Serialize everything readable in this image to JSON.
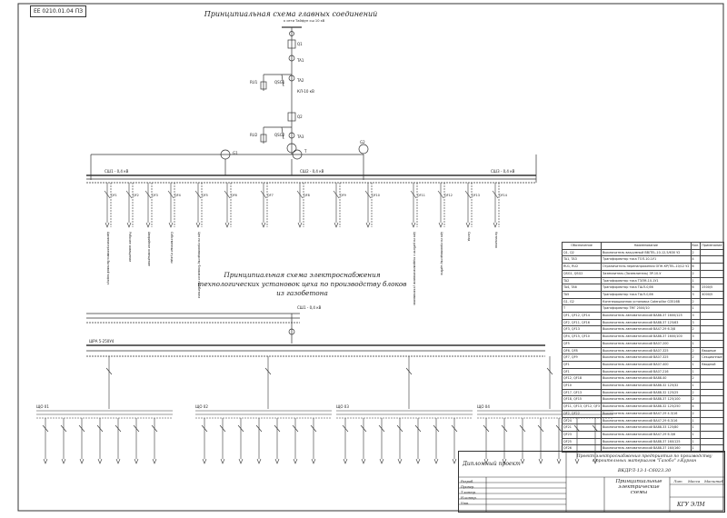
{
  "sheet": {
    "corner_code": "ЕЕ 0210.01.04 ПЗ",
    "title_main": "Принципиальная схема главных соединений",
    "title_second": "Принципиальная схема электроснабжения технологических установок цеха по производству блоков из газобетона"
  },
  "main_scheme": {
    "source_label": "к сети Tайфун\nсш 10 кВ",
    "labels": [
      "Q1",
      "TA1",
      "TA2",
      "КЛ-10 кВ",
      "RU1",
      "QSG1",
      "Q2",
      "RU2",
      "QSG2",
      "TA3",
      "T",
      "G1",
      "G2"
    ],
    "bus_labels": [
      "СШ1 - 0,4 кВ",
      "СШ2 - 0,4 кВ",
      "СШ3 - 0,4 кВ"
    ],
    "feeder_labels": [
      "QF1",
      "QF2",
      "QF3",
      "QF4",
      "QF5",
      "QF6",
      "QF7",
      "QF8",
      "QF9",
      "QF10",
      "QF11",
      "QF12",
      "QF13",
      "QF14"
    ],
    "load_labels": [
      "Административно-бытовой корпус",
      "Рабочее освещение",
      "Аварийное освещение",
      "Собственные нужды",
      "Цех по производству блоков из газобетона",
      "Цех по работе с гидравлическими установками",
      "Цех по производству щебня",
      "Склад",
      "Котельная"
    ]
  },
  "second_scheme": {
    "bus_top": "СШ1 - 0,4 кВ",
    "bus_main": "ШРА 5-250У4",
    "panels": [
      "ЩО 01",
      "ЩО 02",
      "ЩО 03",
      "ЩО 04"
    ]
  },
  "spec_table": {
    "headers": [
      "Обозначение",
      "Наименование",
      "Кол.",
      "Примечание"
    ],
    "rows": [
      [
        "Q1, Q2",
        "Выключатель вакуумный ВВ/TEL-10-12,5/630 У2",
        "2",
        ""
      ],
      [
        "TA1, TA3",
        "Трансформатор тока ТОЛ-10-1У1",
        "4",
        ""
      ],
      [
        "RU1, RU2",
        "Ограничитель перенапряжения ОПН-КР/TEL-10/12 У2",
        "6",
        ""
      ],
      [
        "QSG1, QSG2",
        "Заземлитель (Заземлитель) ЗР-10-У",
        "2",
        ""
      ],
      [
        "TA2",
        "Трансформатор тока ТЗЛМ-10-1У1",
        "1",
        ""
      ],
      [
        "TA4, TA6",
        "Трансформатор тока ТШЛ-0,66",
        "6",
        "2500/5"
      ],
      [
        "TA5",
        "Трансформатор тока ТШЛ-0,66",
        "3",
        "4000/5"
      ],
      [
        "G1, G2",
        "Когенерационная установка Caterpillar G3516В",
        "2",
        ""
      ],
      [
        "T",
        "Трансформатор ТМГ 2500/10",
        "1",
        ""
      ],
      [
        "QF1, QF12, QF14",
        "Выключатель автоматический ВА88-37 1600/125",
        "3",
        ""
      ],
      [
        "QF2, QF11, QF16",
        "Выключатель автоматический ВА88-37 125/63",
        "3",
        ""
      ],
      [
        "QF3, QF13",
        "Выключатель автоматический ВА47-29 6.3/8",
        "2",
        ""
      ],
      [
        "QF4, QF15, QF10",
        "Выключатель автоматический ВА88-37 1600/100",
        "3",
        ""
      ],
      [
        "QF5",
        "Выключатель автоматический ВА07-200",
        "1",
        ""
      ],
      [
        "QF6, QF8",
        "Выключатель автоматический ВА07-325",
        "2",
        "Вводные"
      ],
      [
        "QF7, QF9",
        "Выключатель автоматический ВА07-325",
        "2",
        "Секционные"
      ],
      [
        "QF1",
        "Выключатель автоматический ВА07-400",
        "1",
        "Вводной"
      ],
      [
        "QF1",
        "Выключатель автоматический ВА07-216",
        "1",
        ""
      ],
      [
        "QF12, QF18",
        "Выключатель автоматический ВА88-40",
        "2",
        ""
      ],
      [
        "QF10",
        "Выключатель автоматический ВА88-32 125/32",
        "1",
        ""
      ],
      [
        "QF17, QF13",
        "Выключатель автоматический ВА88-32 125/25",
        "2",
        ""
      ],
      [
        "QF18, QF15",
        "Выключатель автоматический ВА88-37 125/100",
        "2",
        ""
      ],
      [
        "QF11, QF13, QF12, QF3",
        "Выключатель автоматический ВА88-32 125/250",
        "4",
        ""
      ],
      [
        "QF2, QF22",
        "Выключатель автоматический ВА47-29 4.3/16",
        "2",
        ""
      ],
      [
        "QF24",
        "Выключатель автоматический ВА47-29 6.3/16",
        "1",
        ""
      ],
      [
        "QF21",
        "Выключатель автоматический ВА88-33 125/80",
        "1",
        ""
      ],
      [
        "QF23",
        "Выключатель автоматический ВА47-29 6.3/6",
        "1",
        ""
      ],
      [
        "QF25",
        "Выключатель автоматический ВА88-37 160/125",
        "1",
        ""
      ],
      [
        "QF26",
        "Выключатель автоматический ВА88-37 160/160",
        "1",
        ""
      ]
    ]
  },
  "title_block": {
    "project": "Проект электроснабжения предприятия по производству строительных материалов \"Газобл\" г.Курган",
    "doc_code": "ВКДРЛ-13-1-С6023.30",
    "doc_type": "Дипломный проект",
    "sheet_name": "Принципиальные электрические схемы",
    "stage_col": "Лит",
    "mass_col": "Масса",
    "scale_col": "Масштаб",
    "org": "КГУ ЭЛМ",
    "roles": [
      "Разраб.",
      "Провер.",
      "Т.контр.",
      "Н.контр.",
      "Утв."
    ]
  }
}
